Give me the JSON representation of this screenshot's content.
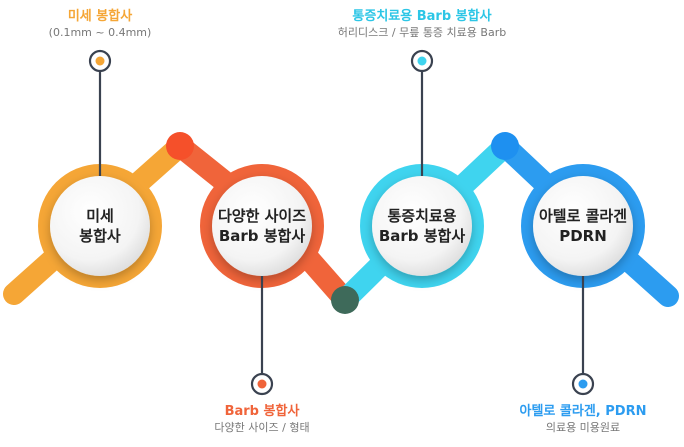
{
  "colors": {
    "orange": "#F5A636",
    "red": "#F0643A",
    "cyan": "#3FD4EF",
    "blue": "#2C9CF0",
    "stem": "#3a4250"
  },
  "nodes": [
    {
      "line1": "미세",
      "line2": "봉합사"
    },
    {
      "line1": "다양한 사이즈",
      "line2": "Barb 봉합사"
    },
    {
      "line1": "통증치료용",
      "line2": "Barb 봉합사"
    },
    {
      "line1": "아텔로 콜라겐",
      "line2": "PDRN"
    }
  ],
  "callouts": [
    {
      "title": "미세 봉합사",
      "sub": "(0.1mm ~ 0.4mm)"
    },
    {
      "title": "Barb 봉합사",
      "sub": "다양한 사이즈 / 형태"
    },
    {
      "title": "통증치료용 Barb 봉합사",
      "sub": "허리디스크 / 무릎 통증 치료용 Barb"
    },
    {
      "title": "아텔로 콜라겐, PDRN",
      "sub": "의료용 미용원료"
    }
  ]
}
